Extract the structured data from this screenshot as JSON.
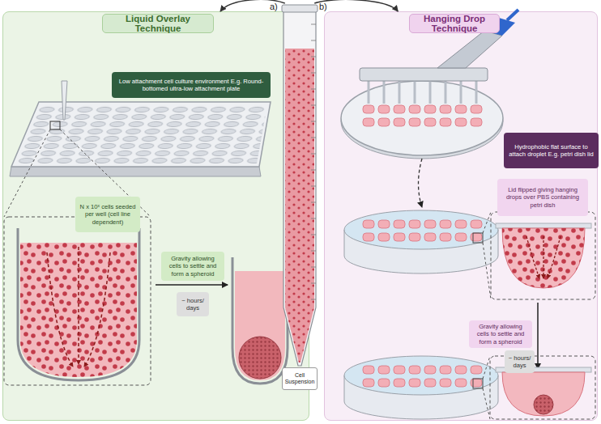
{
  "diagram": {
    "nodes": [
      {
        "text": [
          "Liquid Overlay Technique"
        ]
      },
      {
        "text": [
          "Low attachment cell culture environment E.g. Round-bottomed ultra-low attachment plate"
        ],
        "in": 0
      },
      {
        "text": [
          "N x 10ˣ cells seeded per well (cell line dependent)"
        ],
        "in": 0
      },
      {
        "text": [
          "Gravity allowing cells to settle and form a spheroid"
        ],
        "in": 0
      },
      {
        "text": [
          "~ hours/ days"
        ],
        "in": 0
      },
      {
        "text": [
          "Cell Suspension"
        ]
      },
      {
        "text": [
          "Hanging Drop Technique"
        ]
      },
      {
        "text": [
          "Hydrophobic flat surface to attach droplet E.g. petri dish lid"
        ],
        "in": 6
      },
      {
        "text": [
          "Lid flipped giving hanging drops over PBS containing petri dish"
        ],
        "in": 6
      },
      {
        "text": [
          "Gravity allowing cells to settle and form a spheroid"
        ],
        "in": 6
      },
      {
        "text": [
          "~ hours/ days"
        ],
        "in": 6
      }
    ],
    "edges": [
      {
        "from": 5,
        "to": 0,
        "arrow": "to",
        "label": "a)"
      },
      {
        "from": 5,
        "to": 6,
        "arrow": "to",
        "label": "b)"
      }
    ]
  }
}
